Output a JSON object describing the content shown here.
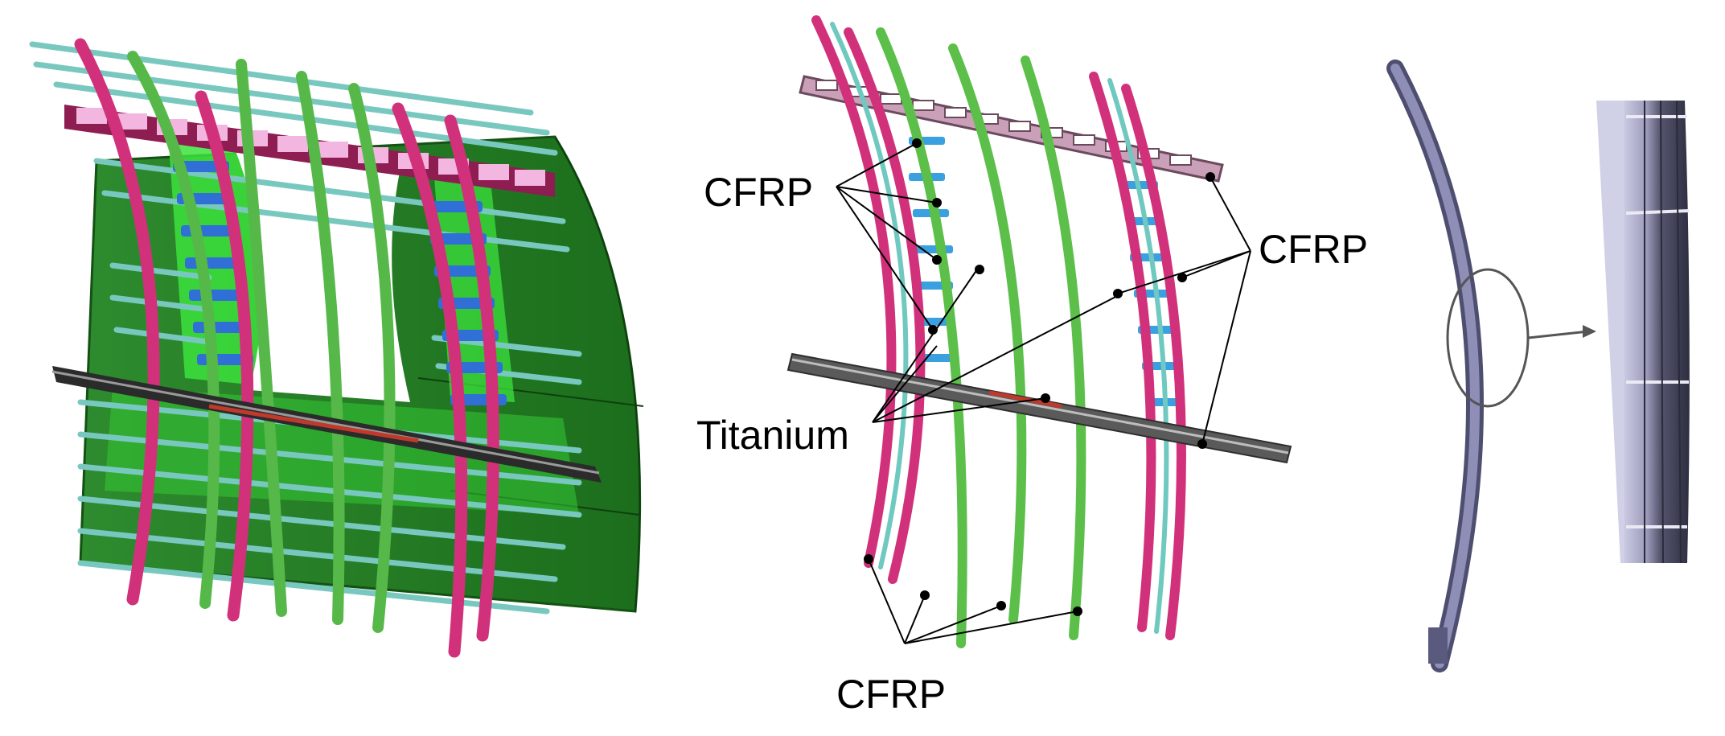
{
  "labels": {
    "cfrp_upper_left": "CFRP",
    "cfrp_right": "CFRP",
    "titanium": "Titanium",
    "cfrp_bottom": "CFRP"
  },
  "colors": {
    "skin_dark": "#1f7a1f",
    "skin_mid": "#2f9a2f",
    "skin_bright": "#33e033",
    "frame_magenta": "#d1317a",
    "frame_green": "#5bbf4a",
    "stringer_teal": "#6fc9c0",
    "clip_blue": "#2f6fd6",
    "beam_pink": "#f2b6e0",
    "beam_dark": "#3a3a3a",
    "frame_grey": "#6e6e96",
    "frame_grey_light": "#b8b8d6",
    "leader": "#000000"
  }
}
